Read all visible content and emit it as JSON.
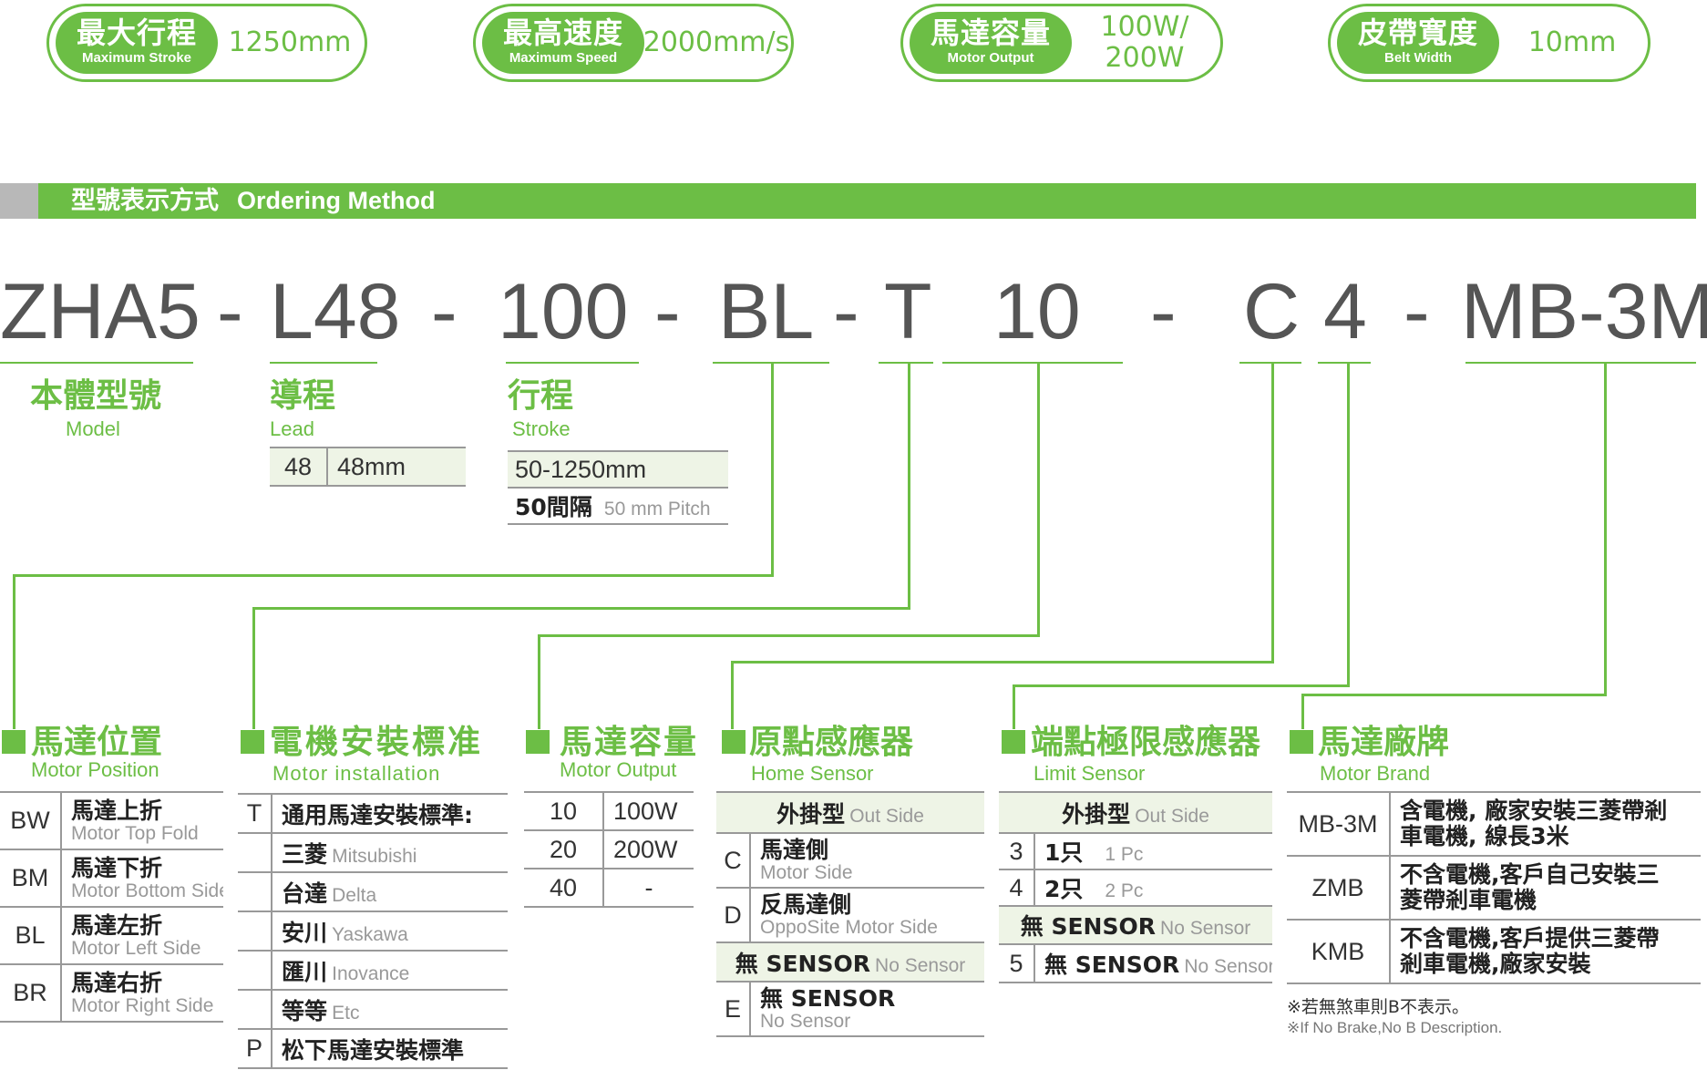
{
  "specs": [
    {
      "zh": "最大行程",
      "en": "Maximum Stroke",
      "value": "1250mm"
    },
    {
      "zh": "最高速度",
      "en": "Maximum Speed",
      "value": "2000mm/s"
    },
    {
      "zh": "馬達容量",
      "en": "Motor Output",
      "value": "100W/\n200W"
    },
    {
      "zh": "皮帶寬度",
      "en": "Belt Width",
      "value": "10mm"
    }
  ],
  "section": {
    "zh": "型號表示方式",
    "en": "Ordering Method"
  },
  "code": {
    "p1": "ZHA5",
    "d1": "-",
    "p2": "L48",
    "d2": "-",
    "p3": "100",
    "d3": "-",
    "p4": "BL",
    "d4": "-",
    "p5": "T",
    "p6": "10",
    "d5": "-",
    "p7": "C",
    "p8": "4",
    "d6": "-",
    "p9": "MB-3M"
  },
  "model": {
    "zh": "本體型號",
    "en": "Model"
  },
  "lead": {
    "zh": "導程",
    "en": "Lead",
    "rows": [
      {
        "code": "48",
        "value": "48mm"
      }
    ]
  },
  "stroke": {
    "zh": "行程",
    "en": "Stroke",
    "range": "50-1250mm",
    "pitch_zh": "50間隔",
    "pitch_en": "50 mm Pitch"
  },
  "motor_position": {
    "zh": "馬達位置",
    "en": "Motor Position",
    "rows": [
      {
        "code": "BW",
        "zh": "馬達上折",
        "en": "Motor Top Fold"
      },
      {
        "code": "BM",
        "zh": "馬達下折",
        "en": "Motor Bottom Side"
      },
      {
        "code": "BL",
        "zh": "馬達左折",
        "en": "Motor Left Side"
      },
      {
        "code": "BR",
        "zh": "馬達右折",
        "en": "Motor Right Side"
      }
    ]
  },
  "motor_installation": {
    "zh": "電機安裝標准",
    "en": "Motor installation",
    "t_code": "T",
    "t_label": "通用馬達安裝標準:",
    "brands": [
      {
        "zh": "三菱",
        "en": "Mitsubishi"
      },
      {
        "zh": "台達",
        "en": "Delta"
      },
      {
        "zh": "安川",
        "en": "Yaskawa"
      },
      {
        "zh": "匯川",
        "en": "Inovance"
      },
      {
        "zh": "等等",
        "en": "Etc"
      }
    ],
    "p_code": "P",
    "p_label": "松下馬達安裝標準"
  },
  "motor_output": {
    "zh": "馬達容量",
    "en": "Motor Output",
    "rows": [
      {
        "code": "10",
        "value": "100W"
      },
      {
        "code": "20",
        "value": "200W"
      },
      {
        "code": "40",
        "value": "-"
      }
    ]
  },
  "home_sensor": {
    "zh": "原點感應器",
    "en": "Home Sensor",
    "header_zh": "外掛型",
    "header_en": "Out Side",
    "c_code": "C",
    "c_zh": "馬達側",
    "c_en": "Motor Side",
    "d_code": "D",
    "d_zh": "反馬達側",
    "d_en": "OppoSite Motor Side",
    "none_zh": "無 SENSOR",
    "none_en": "No Sensor",
    "e_code": "E",
    "e_zh": "無  SENSOR",
    "e_en": "No Sensor"
  },
  "limit_sensor": {
    "zh": "端點極限感應器",
    "en": "Limit Sensor",
    "header_zh": "外掛型",
    "header_en": "Out Side",
    "r3_code": "3",
    "r3_zh": "1只",
    "r3_en": "1 Pc",
    "r4_code": "4",
    "r4_zh": "2只",
    "r4_en": "2 Pc",
    "none_zh": "無 SENSOR",
    "none_en": "No Sensor",
    "r5_code": "5",
    "r5_zh": "無 SENSOR",
    "r5_en": "No Sensor"
  },
  "motor_brand": {
    "zh": "馬達廠牌",
    "en": "Motor Brand",
    "rows": [
      {
        "code": "MB-3M",
        "line1": "含電機, 廠家安裝三菱帶剎",
        "line2": "車電機, 線長3米"
      },
      {
        "code": "ZMB",
        "line1": "不含電機,客戶自己安裝三",
        "line2": "菱帶剎車電機"
      },
      {
        "code": "KMB",
        "line1": "不含電機,客戶提供三菱帶",
        "line2": "剎車電機,廠家安裝"
      }
    ],
    "note_zh": "※若無煞車則B不表示。",
    "note_en": "※If No Brake,No B Description."
  },
  "colors": {
    "accent": "#6cbe45",
    "gray": "#b8b8b8",
    "code_text": "#555555"
  }
}
